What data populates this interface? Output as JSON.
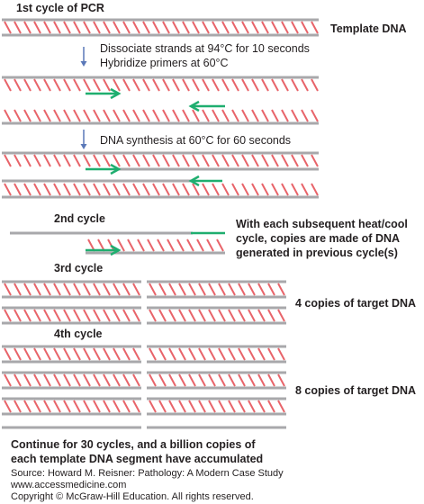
{
  "colors": {
    "strand": "#a8a8ab",
    "hatch": "#e8646a",
    "primer": "#1fae6f",
    "arrow": "#5a78b8",
    "text": "#231f20"
  },
  "headings": {
    "cycle1": "1st cycle of PCR",
    "cycle2": "2nd cycle",
    "cycle3": "3rd cycle",
    "cycle4": "4th cycle"
  },
  "labels": {
    "template": "Template DNA",
    "step1_line1": "Dissociate strands at 94°C for 10 seconds",
    "step1_line2": "Hybridize primers at 60°C",
    "step2": "DNA synthesis at 60°C for 60 seconds",
    "note_line1": "With each subsequent heat/cool",
    "note_line2": "cycle, copies are made of DNA",
    "note_line3": "generated in previous cycle(s)",
    "copies4": "4 copies of target DNA",
    "copies8": "8 copies of target DNA",
    "summary_line1": "Continue for 30 cycles, and a billion copies of",
    "summary_line2": "each template DNA segment have accumulated"
  },
  "footer": {
    "source": "Source: Howard M. Reisner: Pathology: A Modern Case Study",
    "url": "www.accessmedicine.com",
    "copyright": "Copyright © McGraw-Hill Education.  All rights reserved."
  }
}
